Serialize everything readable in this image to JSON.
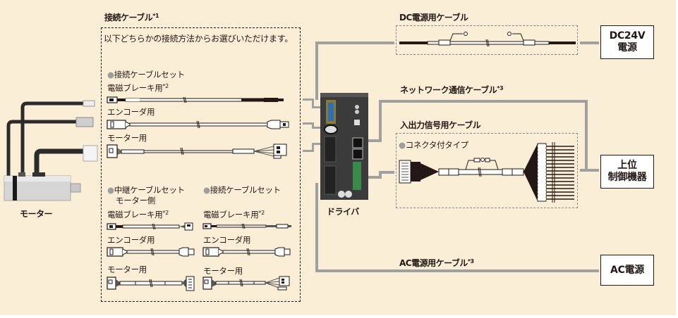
{
  "diagram": {
    "title": "System configuration diagram",
    "colors": {
      "background": "#faefd6",
      "connector_line": "#a0a0a0",
      "text": "#231815",
      "bullet": "#9e9e9e"
    }
  },
  "motor": {
    "label": "モーター"
  },
  "driver": {
    "label": "ドライバ"
  },
  "connection_cables": {
    "title": "接続ケーブル",
    "title_note": "*1",
    "description": "以下どちらかの接続方法からお選びいただけます。",
    "set1": {
      "bullet": "●",
      "heading": "接続ケーブルセット",
      "items": [
        {
          "label": "電磁ブレーキ用",
          "note": "*2"
        },
        {
          "label": "エンコーダ用",
          "note": ""
        },
        {
          "label": "モーター用",
          "note": ""
        }
      ]
    },
    "set2": {
      "bullet": "●",
      "heading_line1": "中継ケーブルセット",
      "heading_line2": "モーター側",
      "items": [
        {
          "label": "電磁ブレーキ用",
          "note": "*2"
        },
        {
          "label": "エンコーダ用",
          "note": ""
        },
        {
          "label": "モーター用",
          "note": ""
        }
      ]
    },
    "set3": {
      "bullet": "●",
      "heading": "接続ケーブルセット",
      "items": [
        {
          "label": "電磁ブレーキ用",
          "note": "*2"
        },
        {
          "label": "エンコーダ用",
          "note": ""
        },
        {
          "label": "モーター用",
          "note": ""
        }
      ]
    }
  },
  "dc_cable": {
    "title": "DC電源用ケーブル"
  },
  "network_cable": {
    "title": "ネットワーク通信ケーブル",
    "note": "*3"
  },
  "io_cable": {
    "title": "入出力信号用ケーブル",
    "bullet": "●",
    "option": "コネクタ付タイプ"
  },
  "ac_cable": {
    "title": "AC電源用ケーブル",
    "note": "*3"
  },
  "devices": {
    "dc_power": {
      "line1": "DC24V",
      "line2": "電源"
    },
    "host_controller": {
      "line1": "上位",
      "line2": "制御機器"
    },
    "ac_power": {
      "line1": "AC電源"
    }
  }
}
